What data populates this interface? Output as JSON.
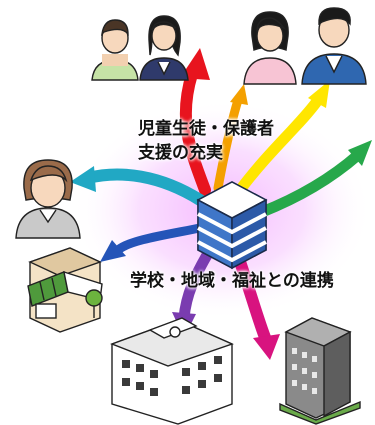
{
  "labels": {
    "support_line1": "児童生徒・保護者",
    "support_line2": "支援の充実",
    "collaboration": "学校・地域・福祉との連携"
  },
  "colors": {
    "glow": "#f0a0ff",
    "hub_blue": "#3f76c8",
    "arrow_red": "#e8141e",
    "arrow_orange": "#f4a000",
    "arrow_yellow": "#ffe600",
    "arrow_green": "#27a84b",
    "arrow_teal": "#21a8c4",
    "arrow_blue": "#2454b8",
    "arrow_purple": "#7a3cb0",
    "arrow_magenta": "#d8137f"
  },
  "icons": [
    "database-hub-icon",
    "student-boy-icon",
    "student-girl-icon",
    "parent-woman-icon",
    "parent-man-icon",
    "elder-woman-icon",
    "shop-icon",
    "school-building-icon",
    "office-building-icon"
  ]
}
